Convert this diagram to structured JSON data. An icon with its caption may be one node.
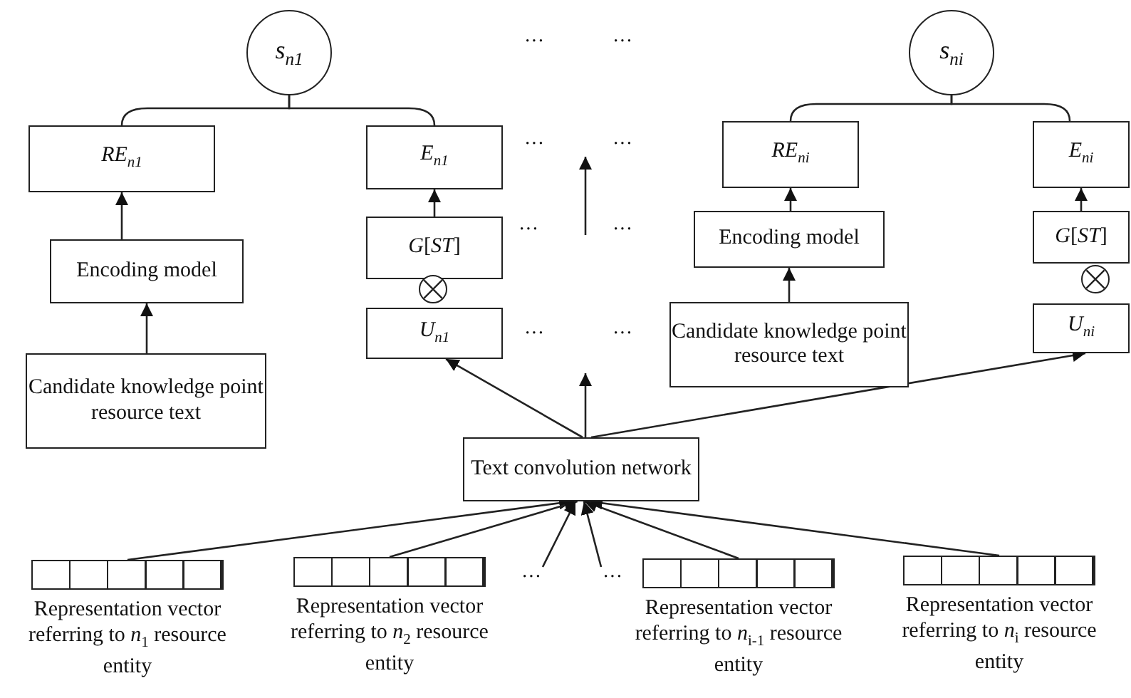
{
  "diagram": {
    "nodes": [
      {
        "text": [
          "*s*$_{n1}$"
        ]
      },
      {
        "text": [
          "*RE*$_{n1}$"
        ]
      },
      {
        "text": [
          "Encoding model"
        ]
      },
      {
        "text": [
          "Candidate knowledge point resource text"
        ]
      },
      {
        "text": [
          "*E*$_{n1}$"
        ]
      },
      {
        "text": [
          "*G*[*ST*]"
        ]
      },
      {
        "text": [],
        "shape": "circle"
      },
      {
        "text": [
          "*U*$_{n1}$"
        ]
      },
      {
        "text": [
          "*s*$_{ni}$"
        ]
      },
      {
        "text": [
          "*RE*$_{ni}$"
        ]
      },
      {
        "text": [
          "Encoding model"
        ]
      },
      {
        "text": [
          "Candidate knowledge point resource text"
        ]
      },
      {
        "text": [
          "*E*$_{ni}$"
        ]
      },
      {
        "text": [
          "*G*[*ST*]"
        ]
      },
      {
        "text": [],
        "shape": "circle"
      },
      {
        "text": [
          "*U*$_{ni}$"
        ]
      },
      {
        "text": [
          "Text convolution network"
        ]
      },
      {
        "text": [],
        "shape": "bar",
        "beside": [
          "Representation vector referring to *n*$_{1}$ resource entity"
        ]
      },
      {
        "text": [],
        "shape": "bar",
        "beside": [
          "Representation vector referring to *n*$_{2}$ resource entity"
        ]
      },
      {
        "text": [],
        "shape": "bar",
        "beside": [
          "Representation vector referring to *n*$_{i-1}$ resource entity"
        ]
      },
      {
        "text": [],
        "shape": "bar",
        "beside": [
          "Representation vector referring to *n*$_{i}$ resource entity"
        ]
      },
      {
        "text": [
          "···"
        ]
      },
      {
        "text": [
          "···"
        ]
      }
    ],
    "edges": [
      {
        "from": 0,
        "to": 1,
        "arrow": "none"
      },
      {
        "from": 0,
        "to": 4,
        "arrow": "none"
      },
      {
        "from": 2,
        "to": 1,
        "arrow": "to"
      },
      {
        "from": 3,
        "to": 2,
        "arrow": "to"
      },
      {
        "from": 5,
        "to": 4,
        "arrow": "to"
      },
      {
        "from": 8,
        "to": 9,
        "arrow": "none"
      },
      {
        "from": 8,
        "to": 12,
        "arrow": "none"
      },
      {
        "from": 10,
        "to": 9,
        "arrow": "to"
      },
      {
        "from": 11,
        "to": 10,
        "arrow": "to"
      },
      {
        "from": 13,
        "to": 12,
        "arrow": "to"
      },
      {
        "from": 16,
        "to": 7,
        "arrow": "to"
      },
      {
        "from": 16,
        "to": null,
        "arrow": "to"
      },
      {
        "from": 16,
        "to": 15,
        "arrow": "to"
      },
      {
        "from": 17,
        "to": 16,
        "arrow": "to"
      },
      {
        "from": 18,
        "to": 16,
        "arrow": "to"
      },
      {
        "from": 21,
        "to": 16,
        "arrow": "to"
      },
      {
        "from": 22,
        "to": 16,
        "arrow": "to"
      },
      {
        "from": 19,
        "to": 16,
        "arrow": "to"
      },
      {
        "from": 20,
        "to": 16,
        "arrow": "to"
      }
    ],
    "labels": [
      "···",
      "···",
      "···",
      "···",
      "···",
      "···",
      "···",
      "···"
    ]
  }
}
